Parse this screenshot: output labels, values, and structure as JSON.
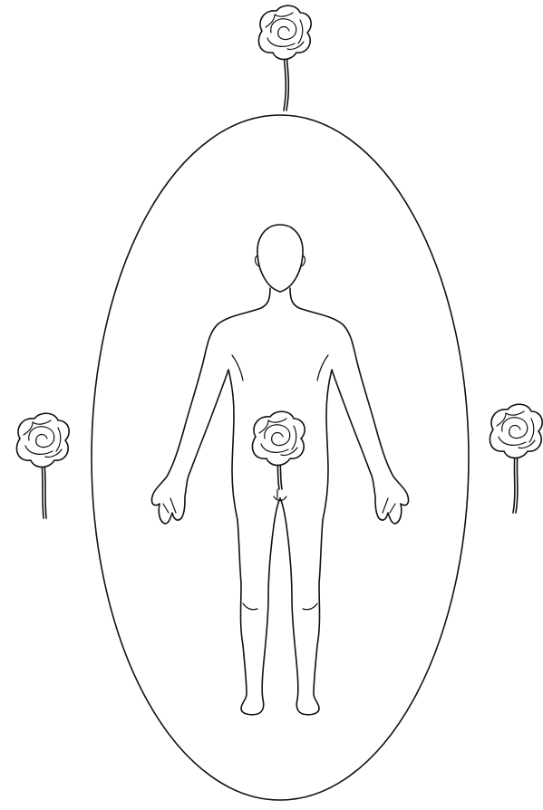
{
  "figure": {
    "background": "#ffffff",
    "ink": "#111111",
    "elements": {
      "aura": "aura-ellipse",
      "figure": "human-body-outline",
      "roses": [
        "rose-top",
        "rose-left",
        "rose-right",
        "rose-center"
      ]
    }
  }
}
